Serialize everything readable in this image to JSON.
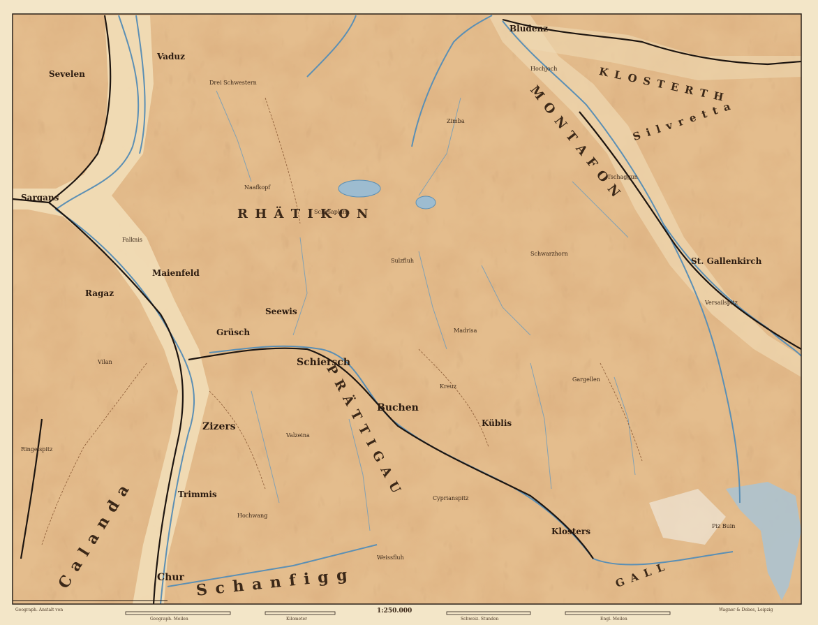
{
  "map": {
    "colors": {
      "paper": "#f3e6c8",
      "terrain_light": "#e6c193",
      "terrain_mid": "#d19a63",
      "terrain_dark": "#b26f3c",
      "valley": "#efd8b2",
      "water": "#8fb2c9",
      "river_line": "#5b8fb4",
      "rail": "#1d1510",
      "border": "#2a2018"
    },
    "towns": [
      {
        "name": "Vaduz"
      },
      {
        "name": "Sevelen"
      },
      {
        "name": "Sargans"
      },
      {
        "name": "Ragaz"
      },
      {
        "name": "Maienfeld"
      },
      {
        "name": "Schiersch"
      },
      {
        "name": "Buchen"
      },
      {
        "name": "Küblis"
      },
      {
        "name": "Klosters"
      },
      {
        "name": "Chur"
      },
      {
        "name": "Zizers"
      },
      {
        "name": "Seewis"
      },
      {
        "name": "Grüsch"
      },
      {
        "name": "Trimmis"
      },
      {
        "name": "Bludenz"
      },
      {
        "name": "St. Gallenkirch"
      }
    ],
    "regions": [
      {
        "text": "R H Ä T I K O N"
      },
      {
        "text": "M O N T A F O N"
      },
      {
        "text": "K L O S T E R T H"
      },
      {
        "text": "P R Ä T T I G A U"
      },
      {
        "text": "C a l a n d a"
      },
      {
        "text": "S c h a n f i g g"
      },
      {
        "text": "S i l v r e t t a"
      },
      {
        "text": "G A L L"
      }
    ],
    "peaks": [
      {
        "name": "Drei Schwestern"
      },
      {
        "name": "Falknis"
      },
      {
        "name": "Naafkopf"
      },
      {
        "name": "Schesaplana"
      },
      {
        "name": "Zimba"
      },
      {
        "name": "Sulzfluh"
      },
      {
        "name": "Madrisa"
      },
      {
        "name": "Hochjoch"
      },
      {
        "name": "Piz Buin"
      },
      {
        "name": "Vilan"
      },
      {
        "name": "Hochwang"
      },
      {
        "name": "Cyprianspitz"
      },
      {
        "name": "Weissfluh"
      },
      {
        "name": "Kreuz"
      },
      {
        "name": "Schwarzhorn"
      },
      {
        "name": "Tschaggun"
      },
      {
        "name": "Gargellen"
      },
      {
        "name": "Versailspitz"
      },
      {
        "name": "Ringelspitz"
      },
      {
        "name": "Valzeina"
      }
    ],
    "footer": {
      "left": "Geograph. Anstalt von",
      "scale_top": "1:250.000",
      "right": "Wagner & Debes, Leipzig",
      "scale_units": [
        "Geograph. Meilen",
        "Kilometer",
        "Schweiz. Stunden",
        "Engl. Meilen"
      ]
    }
  }
}
